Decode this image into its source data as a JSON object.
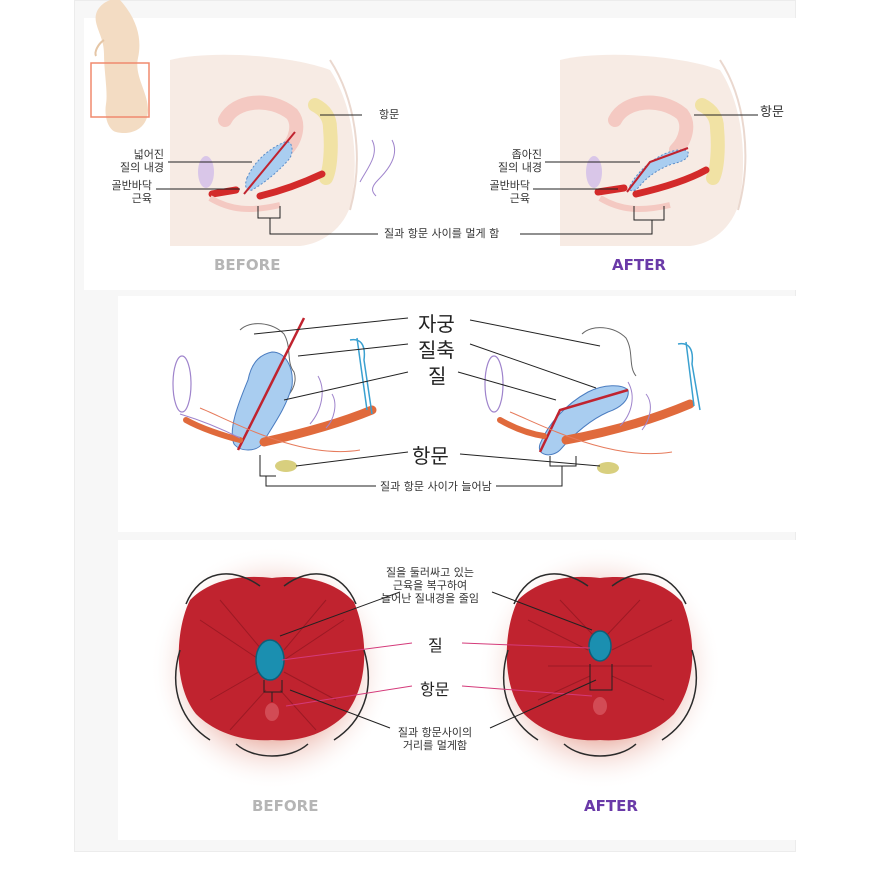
{
  "panel1": {
    "before_labels": {
      "widened_lumen": [
        "넓어진",
        "질의 내경"
      ],
      "pelvic_floor": [
        "골반바닥",
        "근육"
      ],
      "anus": "항문"
    },
    "after_labels": {
      "narrowed_lumen": [
        "좁아진",
        "질의 내경"
      ],
      "pelvic_floor": [
        "골반바닥",
        "근육"
      ],
      "anus": "항문"
    },
    "distance_note": "질과 항문 사이를 멀게 함",
    "before": "BEFORE",
    "after": "AFTER"
  },
  "panel2": {
    "uterus": "자궁",
    "vaginal_axis": "질축",
    "vagina": "질",
    "anus": "항문",
    "distance_note": "질과 항문 사이가 늘어남"
  },
  "panel3": {
    "restore_note": [
      "질을 둘러싸고 있는",
      "근육을 복구하여",
      "늘어난 질내경을 줄임"
    ],
    "vagina": "질",
    "anus": "항문",
    "distance_note": [
      "질과 항문사이의",
      "거리를 멀게함"
    ],
    "before": "BEFORE",
    "after": "AFTER"
  },
  "colors": {
    "muscle_red": "#d32a2a",
    "vagina_blue": "#a9cdf0",
    "after_purple": "#6a3aa8",
    "before_gray": "#b5b5b5",
    "tissue_pink": "#f4c9c2",
    "spine_yellow": "#f1e2a4",
    "pelvis_red": "#c0232f",
    "opening_teal": "#1b8fb0"
  }
}
